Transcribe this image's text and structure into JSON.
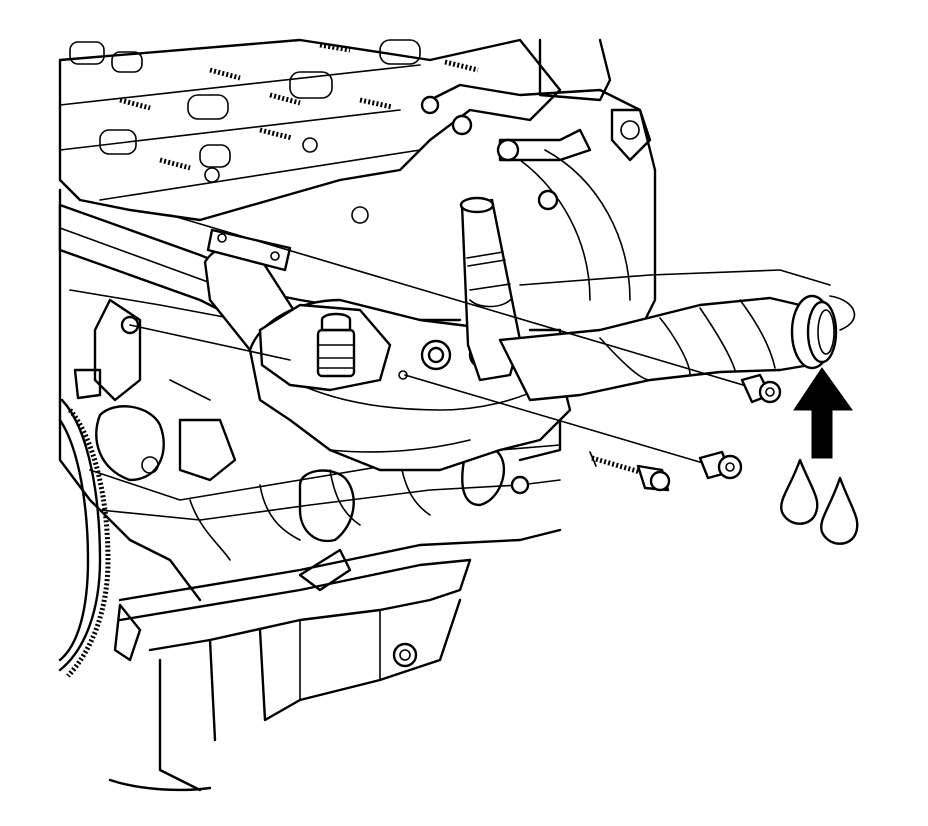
{
  "figure": {
    "background": "#ffffff",
    "line_color": "#000000",
    "icons": [
      "engine-block-illustration",
      "coolant-pipe",
      "thermostat-housing",
      "bolt",
      "up-arrow",
      "water-drop"
    ]
  }
}
